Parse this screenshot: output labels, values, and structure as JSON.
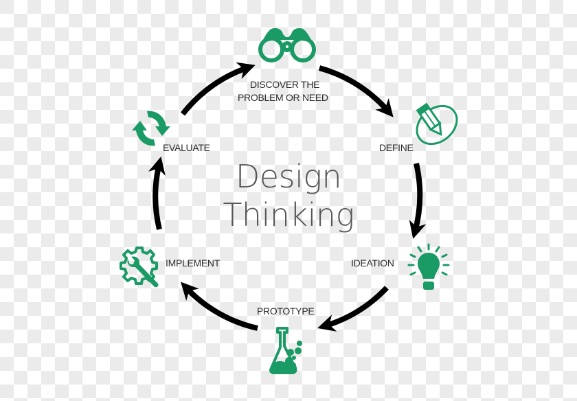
{
  "title": {
    "line1": "Design",
    "line2": "Thinking"
  },
  "colors": {
    "accent": "#1a9a65",
    "arrow": "#000000",
    "text": "#2b2b2b",
    "title": "#555555"
  },
  "stages": [
    {
      "id": "discover",
      "line1": "DISCOVER THE",
      "line2": "PROBLEM OR NEED",
      "icon": "binoculars-icon"
    },
    {
      "id": "define",
      "label": "DEFINE",
      "icon": "pencil-ring-icon"
    },
    {
      "id": "ideation",
      "label": "IDEATION",
      "icon": "lightbulb-icon"
    },
    {
      "id": "prototype",
      "label": "PROTOTYPE",
      "icon": "flask-icon"
    },
    {
      "id": "implement",
      "label": "IMPLEMENT",
      "icon": "gear-wrench-icon"
    },
    {
      "id": "evaluate",
      "label": "EVALUATE",
      "icon": "refresh-icon"
    }
  ]
}
